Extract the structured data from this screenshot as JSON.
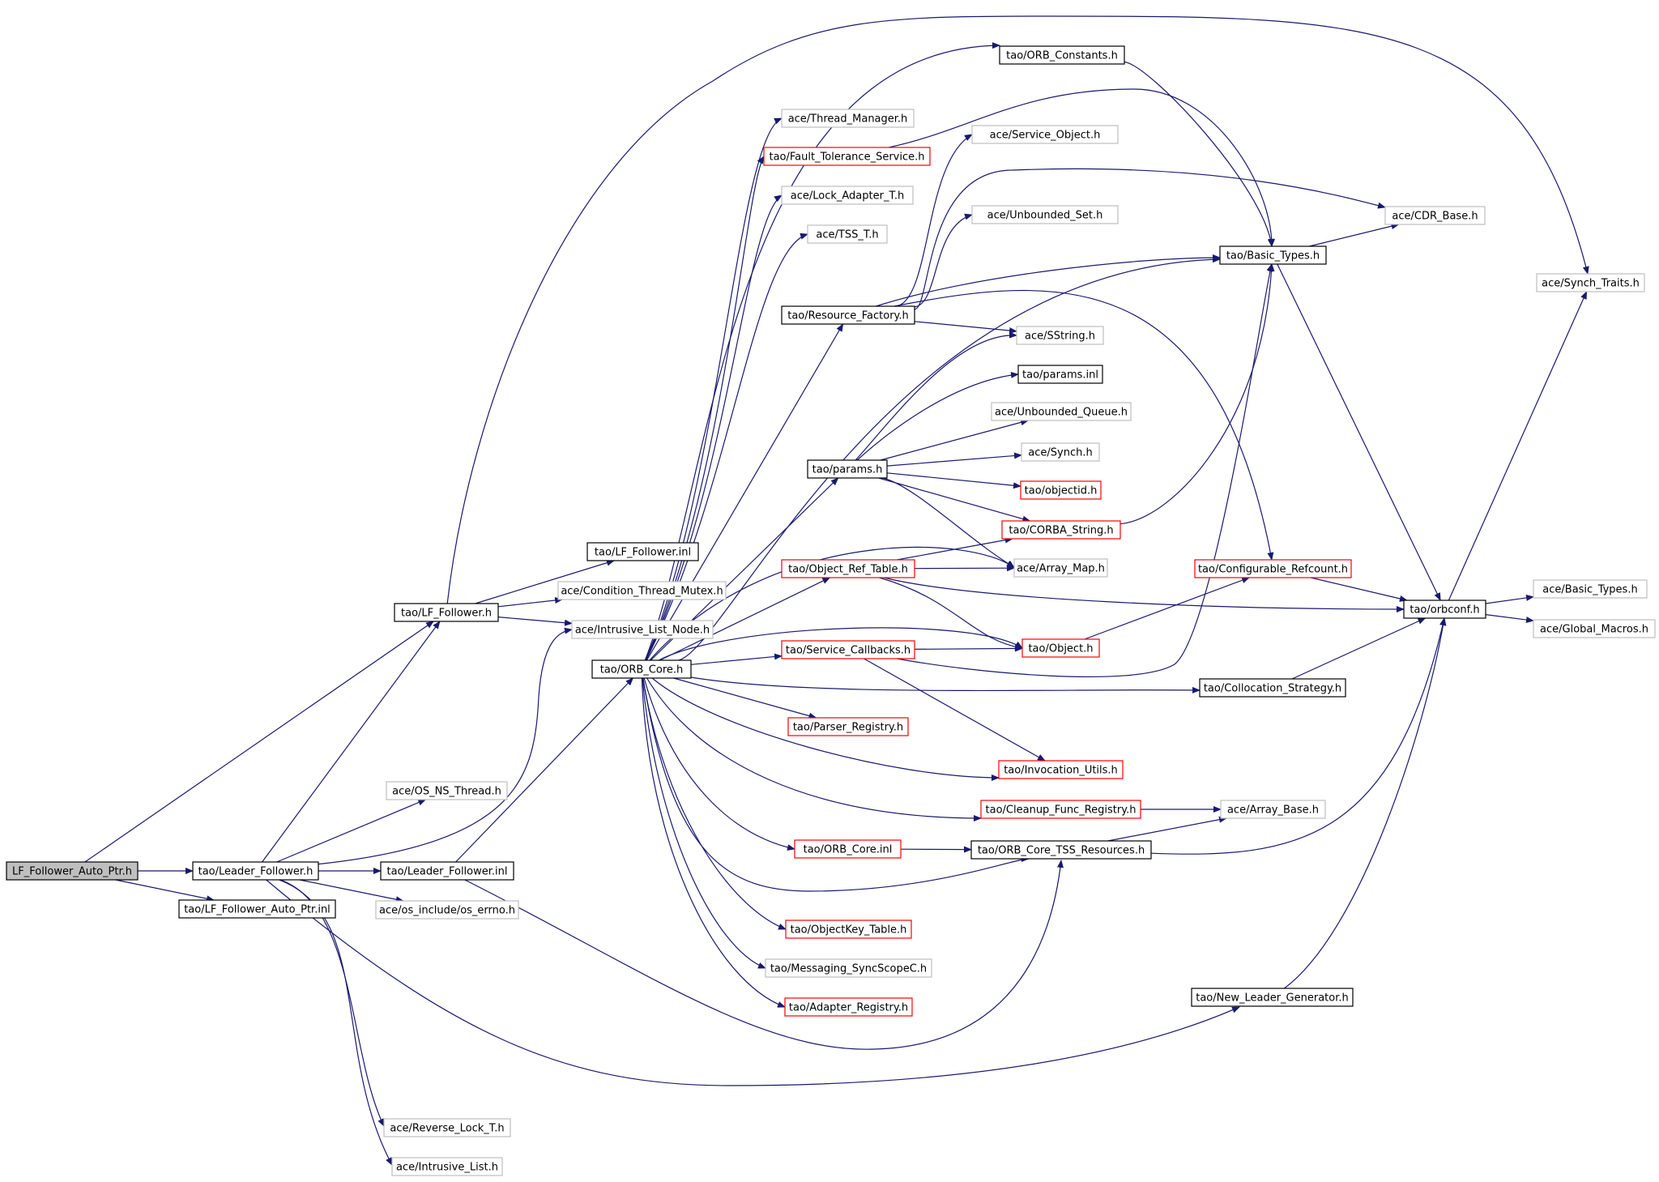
{
  "nodes": {
    "n_root": "LF_Follower_Auto_Ptr.h",
    "n_leader_follower_h": "tao/Leader_Follower.h",
    "n_lf_auto_ptr_inl": "tao/LF_Follower_Auto_Ptr.inl",
    "n_lf_follower_h": "tao/LF_Follower.h",
    "n_os_ns_thread": "ace/OS_NS_Thread.h",
    "n_leader_follower_inl": "tao/Leader_Follower.inl",
    "n_os_errno": "ace/os_include/os_errno.h",
    "n_reverse_lock": "ace/Reverse_Lock_T.h",
    "n_intrusive_list": "ace/Intrusive_List.h",
    "n_lf_follower_inl": "tao/LF_Follower.inl",
    "n_cond_thread_mutex": "ace/Condition_Thread_Mutex.h",
    "n_intrusive_list_node": "ace/Intrusive_List_Node.h",
    "n_orb_core_h": "tao/ORB_Core.h",
    "n_orb_constants": "tao/ORB_Constants.h",
    "n_thread_manager": "ace/Thread_Manager.h",
    "n_fault_tolerance": "tao/Fault_Tolerance_Service.h",
    "n_lock_adapter": "ace/Lock_Adapter_T.h",
    "n_tss_t": "ace/TSS_T.h",
    "n_resource_factory": "tao/Resource_Factory.h",
    "n_params_h": "tao/params.h",
    "n_object_ref_table": "tao/Object_Ref_Table.h",
    "n_service_callbacks": "tao/Service_Callbacks.h",
    "n_parser_registry": "tao/Parser_Registry.h",
    "n_orb_core_inl": "tao/ORB_Core.inl",
    "n_objectkey_table": "tao/ObjectKey_Table.h",
    "n_messaging_syncscope": "tao/Messaging_SyncScopeC.h",
    "n_adapter_registry": "tao/Adapter_Registry.h",
    "n_service_object": "ace/Service_Object.h",
    "n_unbounded_set": "ace/Unbounded_Set.h",
    "n_sstring": "ace/SString.h",
    "n_params_inl": "tao/params.inl",
    "n_unbounded_queue": "ace/Unbounded_Queue.h",
    "n_synch": "ace/Synch.h",
    "n_objectid": "tao/objectid.h",
    "n_corba_string": "tao/CORBA_String.h",
    "n_array_map": "ace/Array_Map.h",
    "n_object_h": "tao/Object.h",
    "n_invocation_utils": "tao/Invocation_Utils.h",
    "n_cleanup_func_registry": "tao/Cleanup_Func_Registry.h",
    "n_orb_core_tss": "tao/ORB_Core_TSS_Resources.h",
    "n_basic_types_tao": "tao/Basic_Types.h",
    "n_configurable_refcount": "tao/Configurable_Refcount.h",
    "n_collocation_strategy": "tao/Collocation_Strategy.h",
    "n_array_base": "ace/Array_Base.h",
    "n_new_leader_generator": "tao/New_Leader_Generator.h",
    "n_cdr_base": "ace/CDR_Base.h",
    "n_orbconf": "tao/orbconf.h",
    "n_synch_traits": "ace/Synch_Traits.h",
    "n_basic_types_ace": "ace/Basic_Types.h",
    "n_global_macros": "ace/Global_Macros.h"
  },
  "colors": {
    "edge": "#191970",
    "border_documented": "#000000",
    "border_undocumented_external": "#bfbfbf",
    "border_truncated": "#ff0000",
    "root_fill": "#bfbfbf",
    "node_fill": "#ffffff",
    "text": "#000000"
  }
}
